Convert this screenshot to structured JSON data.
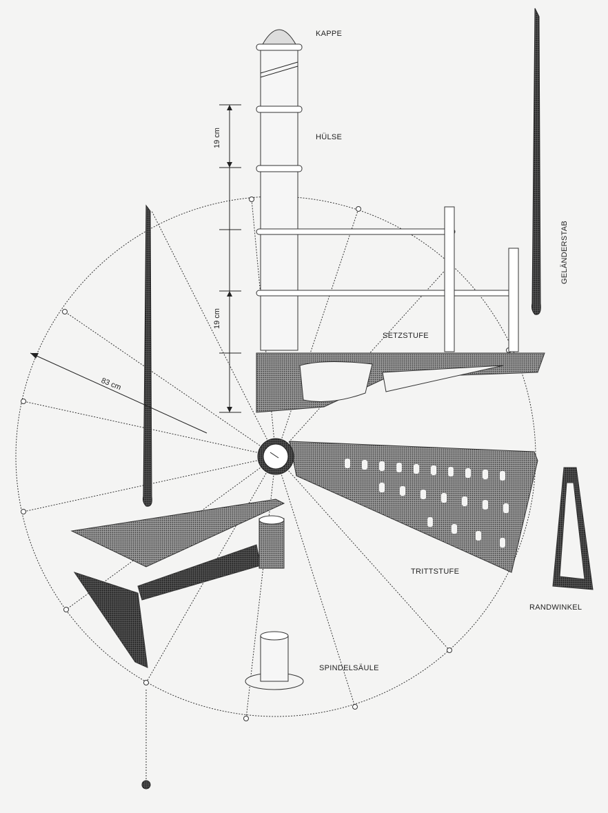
{
  "labels": {
    "kappe": "KAPPE",
    "huelse": "HÜLSE",
    "gelaenderstab": "GELÄNDERSTAB",
    "setzstufe": "SETZSTUFE",
    "trittstufe": "TRITTSTUFE",
    "randwinkel": "RANDWINKEL",
    "spindelsaeule": "SPINDELSÄULE"
  },
  "dimensions": {
    "upper_height": "19 cm",
    "lower_height": "19 cm",
    "width": "83 cm"
  },
  "colors": {
    "line": "#222222",
    "metal": "#6a6a6a",
    "background": "#f4f4f3"
  }
}
